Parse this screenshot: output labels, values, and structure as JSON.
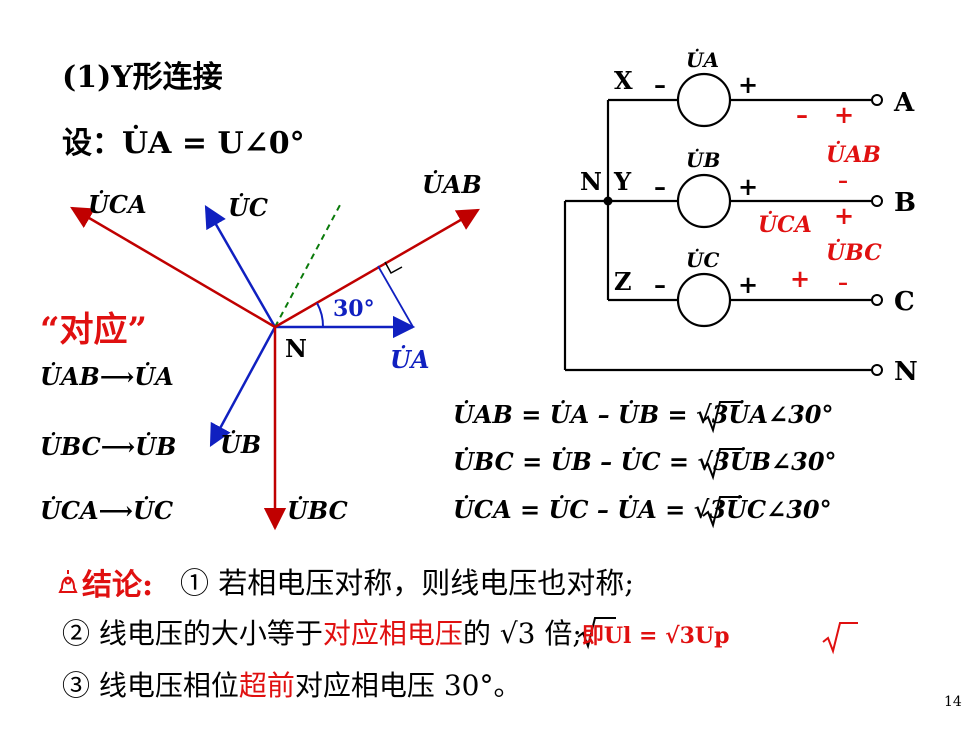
{
  "heading": "(1)Y形连接",
  "assume": "设：U̇A = U∠0°",
  "phasor": {
    "labels": {
      "UCA": "U̇CA",
      "UC": "U̇C",
      "UAB": "U̇AB",
      "UA": "U̇A",
      "UB": "U̇B",
      "UBC": "U̇BC",
      "N": "N",
      "angle": "30°"
    },
    "angles_deg": {
      "UA": 0,
      "UB": -120,
      "UC": 120,
      "UAB": 30,
      "UBC": -90,
      "UCA": 150
    }
  },
  "correspond": {
    "title": "“对应”",
    "rows": [
      "U̇AB⟶U̇A",
      "U̇BC⟶U̇B",
      "U̇CA⟶U̇C"
    ]
  },
  "circuit": {
    "phase_labels": [
      "X",
      "Y",
      "Z"
    ],
    "source_labels": [
      "U̇A",
      "U̇B",
      "U̇C"
    ],
    "neutral_label": "N",
    "terminals": [
      "A",
      "B",
      "C",
      "N"
    ],
    "line_voltages": [
      "U̇AB",
      "U̇CA",
      "U̇BC"
    ],
    "minus": "–",
    "plus": "+"
  },
  "equations": [
    "U̇AB = U̇A – U̇B  = √3U̇A∠30°",
    "U̇BC = U̇B – U̇C  = √3U̇B∠30°",
    "U̇CA = U̇C – U̇A  = √3U̇C∠30°"
  ],
  "conclusion": {
    "label": "结论:",
    "line1": "① 若相电压对称，则线电压也对称;",
    "line2_a": "② 线电压的大小等于",
    "line2_red": "对应相电压",
    "line2_b": "的 √3 倍;",
    "line2_formula": "即Ul = √3Up",
    "line3_a": "③ 线电压相位",
    "line3_red": "超前",
    "line3_b": "对应相电压 30°。"
  },
  "page_number": "14",
  "colors": {
    "red": "#e01010",
    "dark_red": "#c00000",
    "blue": "#1020c0",
    "green": "#0a7a0a"
  }
}
